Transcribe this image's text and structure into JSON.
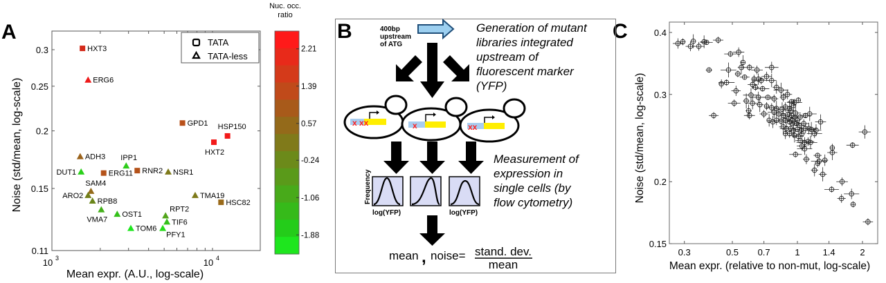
{
  "panels": {
    "a": {
      "letter": "A"
    },
    "b": {
      "letter": "B"
    },
    "c": {
      "letter": "C"
    }
  },
  "chart_data": [
    {
      "type": "scatter",
      "id": "panel-a",
      "xlabel": "Mean expr. (A.U., log-scale)",
      "ylabel": "Noise (std/mean, log-scale)",
      "xscale": "log",
      "yscale": "log",
      "xlim": [
        1000,
        20000
      ],
      "ylim": [
        0.11,
        0.32
      ],
      "xticks": [
        {
          "value": 1000,
          "label_base": "10",
          "label_exp": "3"
        },
        {
          "value": 10000,
          "label_base": "10",
          "label_exp": "4"
        }
      ],
      "yticks": [
        {
          "value": 0.3,
          "label": "0.3"
        },
        {
          "value": 0.25,
          "label": "0.25"
        },
        {
          "value": 0.2,
          "label": "0.2"
        },
        {
          "value": 0.15,
          "label": "0.15"
        },
        {
          "value": 0.11,
          "label": "0.11"
        }
      ],
      "legend": {
        "position": "top-right",
        "entries": [
          {
            "marker": "square",
            "label": "TATA"
          },
          {
            "marker": "triangle",
            "label": "TATA-less"
          }
        ]
      },
      "colorbar": {
        "title": [
          "Nuc. occ.",
          "ratio"
        ],
        "range": [
          -2.3,
          2.6
        ],
        "ticks": [
          2.21,
          1.39,
          0.57,
          -0.24,
          -1.06,
          -1.88
        ],
        "tick_labels": [
          "2.21",
          "1.39",
          "0.57",
          "-0.24",
          "-1.06",
          "-1.88"
        ],
        "colors_top_to_bottom": [
          "#ff1a1a",
          "#e82a1a",
          "#d43a1a",
          "#c04a1a",
          "#a85a1a",
          "#946a1a",
          "#807a1a",
          "#6c8a1a",
          "#5a9a1a",
          "#48aa1a",
          "#36ba1a",
          "#24cc1a",
          "#1ee61e"
        ]
      },
      "points": [
        {
          "gene": "HXT3",
          "x": 1550,
          "y": 0.302,
          "marker": "square",
          "ratio": 1.8,
          "color": "#d42a1a",
          "label_pos": "right"
        },
        {
          "gene": "ERG6",
          "x": 1680,
          "y": 0.258,
          "marker": "triangle",
          "ratio": 2.3,
          "color": "#ee1a1a",
          "label_pos": "right"
        },
        {
          "gene": "GPD1",
          "x": 6500,
          "y": 0.208,
          "marker": "square",
          "ratio": 1.1,
          "color": "#b8501a",
          "label_pos": "right"
        },
        {
          "gene": "HSP150",
          "x": 12400,
          "y": 0.195,
          "marker": "square",
          "ratio": 2.4,
          "color": "#f21a1a",
          "label_pos": "above"
        },
        {
          "gene": "HXT2",
          "x": 10200,
          "y": 0.189,
          "marker": "square",
          "ratio": 2.4,
          "color": "#f21a1a",
          "label_pos": "below"
        },
        {
          "gene": "ADH3",
          "x": 1500,
          "y": 0.176,
          "marker": "triangle",
          "ratio": 0.7,
          "color": "#9a621a",
          "label_pos": "right"
        },
        {
          "gene": "IPP1",
          "x": 2900,
          "y": 0.168,
          "marker": "triangle",
          "ratio": -1.5,
          "color": "#2ecc1a",
          "label_pos": "above"
        },
        {
          "gene": "DUT1",
          "x": 1520,
          "y": 0.163,
          "marker": "triangle",
          "ratio": -1.6,
          "color": "#2ad01a",
          "label_pos": "left"
        },
        {
          "gene": "ERG11",
          "x": 2100,
          "y": 0.162,
          "marker": "square",
          "ratio": 1.1,
          "color": "#b4521a",
          "label_pos": "right"
        },
        {
          "gene": "RNR2",
          "x": 3400,
          "y": 0.164,
          "marker": "square",
          "ratio": 1.1,
          "color": "#b4521a",
          "label_pos": "right"
        },
        {
          "gene": "NSR1",
          "x": 5300,
          "y": 0.163,
          "marker": "triangle",
          "ratio": 0.2,
          "color": "#7e7a1a",
          "label_pos": "right"
        },
        {
          "gene": "SAM4",
          "x": 1750,
          "y": 0.148,
          "marker": "triangle",
          "ratio": 0.6,
          "color": "#946a1a",
          "label_pos": "above"
        },
        {
          "gene": "ARO2",
          "x": 1680,
          "y": 0.145,
          "marker": "triangle",
          "ratio": 0.0,
          "color": "#727e1a",
          "label_pos": "left"
        },
        {
          "gene": "TMA19",
          "x": 7800,
          "y": 0.145,
          "marker": "triangle",
          "ratio": 0.2,
          "color": "#7e7a1a",
          "label_pos": "right"
        },
        {
          "gene": "RPB8",
          "x": 1790,
          "y": 0.141,
          "marker": "triangle",
          "ratio": -0.2,
          "color": "#6a861a",
          "label_pos": "right"
        },
        {
          "gene": "HSC82",
          "x": 11300,
          "y": 0.14,
          "marker": "square",
          "ratio": 0.6,
          "color": "#9a6a1a",
          "label_pos": "right"
        },
        {
          "gene": "VMA7",
          "x": 2030,
          "y": 0.135,
          "marker": "triangle",
          "ratio": -1.0,
          "color": "#44b01a",
          "label_pos": "below"
        },
        {
          "gene": "OST1",
          "x": 2550,
          "y": 0.132,
          "marker": "triangle",
          "ratio": -1.3,
          "color": "#34c01a",
          "label_pos": "right"
        },
        {
          "gene": "RPT2",
          "x": 5100,
          "y": 0.131,
          "marker": "triangle",
          "ratio": -0.7,
          "color": "#52a41a",
          "label_pos": "above-right"
        },
        {
          "gene": "TIF6",
          "x": 5200,
          "y": 0.127,
          "marker": "triangle",
          "ratio": -1.3,
          "color": "#34c01a",
          "label_pos": "right"
        },
        {
          "gene": "TOM6",
          "x": 3100,
          "y": 0.123,
          "marker": "triangle",
          "ratio": -1.9,
          "color": "#1ee61e",
          "label_pos": "right"
        },
        {
          "gene": "PFY1",
          "x": 4900,
          "y": 0.123,
          "marker": "triangle",
          "ratio": -1.7,
          "color": "#26dc1a",
          "label_pos": "below-right"
        }
      ]
    },
    {
      "type": "scatter",
      "id": "panel-c",
      "xlabel": "Mean expr. (relative to non-mut, log-scale)",
      "ylabel": "Noise (std/mean, log-scale)",
      "xscale": "log",
      "yscale": "log",
      "xlim": [
        0.27,
        2.35
      ],
      "ylim": [
        0.15,
        0.42
      ],
      "xticks": [
        {
          "value": 0.3,
          "label": "0.3"
        },
        {
          "value": 0.5,
          "label": "0.5"
        },
        {
          "value": 0.7,
          "label": "0.7"
        },
        {
          "value": 1,
          "label": "1"
        },
        {
          "value": 1.4,
          "label": "1.4"
        },
        {
          "value": 2,
          "label": "2"
        }
      ],
      "yticks": [
        {
          "value": 0.4,
          "label": "0.4"
        },
        {
          "value": 0.3,
          "label": "0.3"
        },
        {
          "value": 0.2,
          "label": "0.2"
        },
        {
          "value": 0.15,
          "label": "0.15"
        }
      ],
      "marker": "open circle with error bars",
      "points_sample": [
        [
          0.28,
          0.38
        ],
        [
          0.295,
          0.383
        ],
        [
          0.32,
          0.375
        ],
        [
          0.33,
          0.384
        ],
        [
          0.35,
          0.375
        ],
        [
          0.37,
          0.383
        ],
        [
          0.38,
          0.382
        ],
        [
          0.43,
          0.386
        ],
        [
          0.49,
          0.362
        ],
        [
          0.535,
          0.365
        ],
        [
          0.39,
          0.336
        ],
        [
          0.48,
          0.336
        ],
        [
          0.445,
          0.315
        ],
        [
          0.47,
          0.317
        ],
        [
          0.52,
          0.305
        ],
        [
          0.51,
          0.288
        ],
        [
          0.58,
          0.291
        ],
        [
          0.41,
          0.272
        ],
        [
          0.6,
          0.272
        ],
        [
          0.595,
          0.278
        ],
        [
          0.7,
          0.274
        ],
        [
          0.56,
          0.348
        ],
        [
          0.55,
          0.34
        ],
        [
          0.6,
          0.34
        ],
        [
          0.65,
          0.336
        ],
        [
          0.76,
          0.34
        ],
        [
          0.53,
          0.33
        ],
        [
          0.57,
          0.325
        ],
        [
          0.63,
          0.322
        ],
        [
          0.66,
          0.322
        ],
        [
          0.68,
          0.32
        ],
        [
          0.72,
          0.326
        ],
        [
          0.76,
          0.32
        ],
        [
          0.62,
          0.314
        ],
        [
          0.64,
          0.31
        ],
        [
          0.69,
          0.308
        ],
        [
          0.8,
          0.31
        ],
        [
          0.84,
          0.306
        ],
        [
          0.61,
          0.299
        ],
        [
          0.66,
          0.296
        ],
        [
          0.73,
          0.296
        ],
        [
          0.78,
          0.294
        ],
        [
          0.86,
          0.296
        ],
        [
          0.62,
          0.288
        ],
        [
          0.67,
          0.286
        ],
        [
          0.72,
          0.284
        ],
        [
          0.76,
          0.282
        ],
        [
          0.8,
          0.281
        ],
        [
          0.85,
          0.28
        ],
        [
          0.88,
          0.283
        ],
        [
          0.92,
          0.281
        ],
        [
          0.97,
          0.289
        ],
        [
          1.01,
          0.292
        ],
        [
          0.78,
          0.276
        ],
        [
          0.82,
          0.274
        ],
        [
          0.86,
          0.272
        ],
        [
          0.9,
          0.273
        ],
        [
          0.94,
          0.272
        ],
        [
          0.98,
          0.275
        ],
        [
          1.03,
          0.27
        ],
        [
          1.09,
          0.272
        ],
        [
          0.8,
          0.266
        ],
        [
          0.84,
          0.265
        ],
        [
          0.88,
          0.266
        ],
        [
          0.92,
          0.264
        ],
        [
          0.95,
          0.262
        ],
        [
          0.99,
          0.262
        ],
        [
          1.02,
          0.26
        ],
        [
          1.07,
          0.262
        ],
        [
          0.74,
          0.266
        ],
        [
          0.77,
          0.264
        ],
        [
          0.86,
          0.258
        ],
        [
          0.89,
          0.256
        ],
        [
          0.93,
          0.256
        ],
        [
          0.96,
          0.254
        ],
        [
          1.0,
          0.255
        ],
        [
          1.04,
          0.254
        ],
        [
          0.88,
          0.25
        ],
        [
          0.92,
          0.25
        ],
        [
          0.97,
          0.248
        ],
        [
          1.01,
          0.247
        ],
        [
          1.05,
          0.25
        ],
        [
          1.09,
          0.256
        ],
        [
          1.13,
          0.256
        ],
        [
          1.16,
          0.255
        ],
        [
          1.2,
          0.25
        ],
        [
          1.22,
          0.254
        ],
        [
          1.14,
          0.274
        ],
        [
          1.28,
          0.264
        ],
        [
          2.05,
          0.252
        ],
        [
          1.03,
          0.242
        ],
        [
          1.08,
          0.24
        ],
        [
          1.12,
          0.241
        ],
        [
          1.15,
          0.24
        ],
        [
          1.05,
          0.236
        ],
        [
          1.08,
          0.233
        ],
        [
          1.45,
          0.234
        ],
        [
          1.45,
          0.229
        ],
        [
          1.8,
          0.237
        ],
        [
          0.98,
          0.227
        ],
        [
          1.1,
          0.222
        ],
        [
          1.24,
          0.226
        ],
        [
          1.26,
          0.22
        ],
        [
          1.24,
          0.218
        ],
        [
          1.34,
          0.221
        ],
        [
          1.2,
          0.211
        ],
        [
          1.31,
          0.207
        ],
        [
          1.61,
          0.2
        ],
        [
          1.44,
          0.193
        ],
        [
          1.6,
          0.185
        ],
        [
          1.78,
          0.189
        ],
        [
          1.81,
          0.18
        ],
        [
          2.12,
          0.166
        ],
        [
          0.9,
          0.3
        ],
        [
          0.94,
          0.29
        ],
        [
          0.96,
          0.285
        ],
        [
          0.93,
          0.278
        ],
        [
          0.97,
          0.27
        ],
        [
          0.91,
          0.268
        ],
        [
          0.95,
          0.266
        ],
        [
          1.0,
          0.266
        ]
      ]
    }
  ],
  "schematic": {
    "promoter_label": [
      "400bp",
      "upstream",
      "of ATG"
    ],
    "step1_text": [
      "Generation of mutant",
      "libraries integrated",
      "upstream of",
      "fluorescent marker",
      "(YFP)"
    ],
    "step2_text": [
      "Measurement of",
      "expression in",
      "single cells (by",
      "flow cytometry)"
    ],
    "histogram_ylabel": "Frequency",
    "histogram_xlabel_left": "log(YFP)",
    "histogram_xlabel_right": "log(YFP)",
    "formula": {
      "lhs": "mean",
      "comma": ",",
      "noise_label": "noise=",
      "numerator": "stand. dev.",
      "denominator": "mean"
    },
    "colors": {
      "promoter_arrow": "#9ccff0",
      "promoter_arrow_border": "#1f4e79",
      "yfp_bar": "#ffee00",
      "promoter_bar": "#a8cdf0",
      "mutation_mark": "#ff2020",
      "histogram_bg": "#d9dcf5"
    }
  }
}
